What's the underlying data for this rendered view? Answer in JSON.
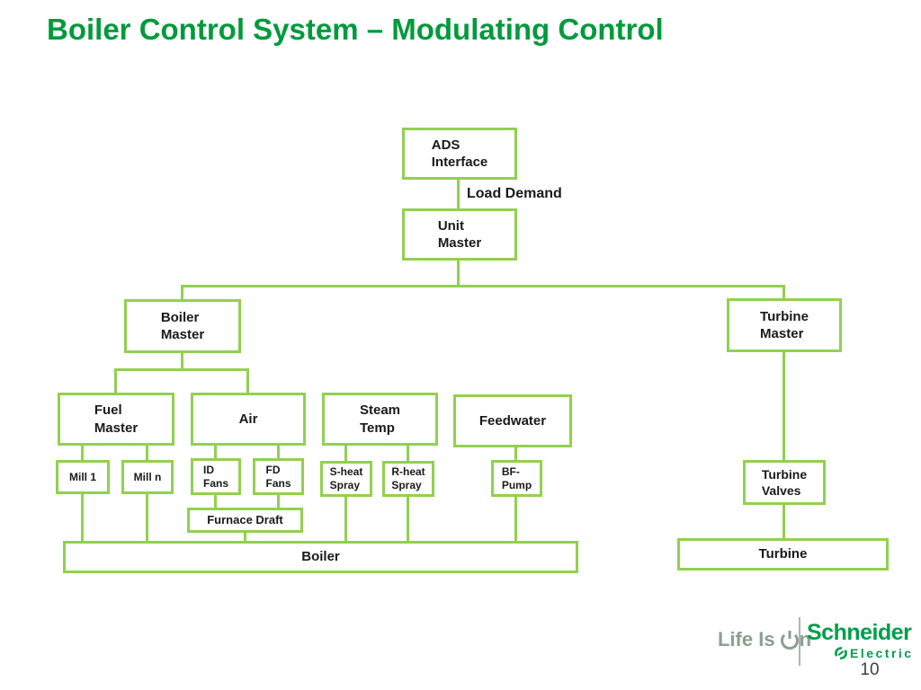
{
  "title": "Boiler Control System – Modulating Control",
  "colors": {
    "box_border_green": "#92D050",
    "title_green": "#009A3C",
    "logo_green": "#009E4B",
    "tagline_gray_green": "#8C9E91",
    "text": "#1A1A1A"
  },
  "diagram": {
    "load_demand_label": "Load Demand",
    "nodes": {
      "ads": {
        "lines": [
          "ADS",
          "Interface"
        ]
      },
      "unit": {
        "lines": [
          "Unit",
          "Master"
        ]
      },
      "boiler_master": {
        "lines": [
          "Boiler",
          "Master"
        ]
      },
      "turbine_master": {
        "lines": [
          "Turbine",
          "Master"
        ]
      },
      "fuel_master": {
        "lines": [
          "Fuel",
          "Master"
        ]
      },
      "air": {
        "lines": [
          "Air"
        ]
      },
      "steam_temp": {
        "lines": [
          "Steam",
          "Temp"
        ]
      },
      "feedwater": {
        "lines": [
          "Feedwater"
        ]
      },
      "mill_1": {
        "lines": [
          "Mill 1"
        ]
      },
      "mill_n": {
        "lines": [
          "Mill n"
        ]
      },
      "id_fans": {
        "lines": [
          "ID",
          "Fans"
        ]
      },
      "fd_fans": {
        "lines": [
          "FD",
          "Fans"
        ]
      },
      "s_heat_spray": {
        "lines": [
          "S-heat",
          "Spray"
        ]
      },
      "r_heat_spray": {
        "lines": [
          "R-heat",
          "Spray"
        ]
      },
      "bf_pump": {
        "lines": [
          "BF-",
          "Pump"
        ]
      },
      "turbine_valves": {
        "lines": [
          "Turbine",
          "Valves"
        ]
      },
      "furnace_draft": {
        "lines": [
          "Furnace Draft"
        ]
      },
      "boiler": {
        "lines": [
          "Boiler"
        ]
      },
      "turbine": {
        "lines": [
          "Turbine"
        ]
      }
    }
  },
  "footer": {
    "tagline_before_o": "Life Is",
    "tagline_after_o": "n",
    "brand_name": "Schneider",
    "brand_sub": "Electric",
    "page_number": "10"
  }
}
